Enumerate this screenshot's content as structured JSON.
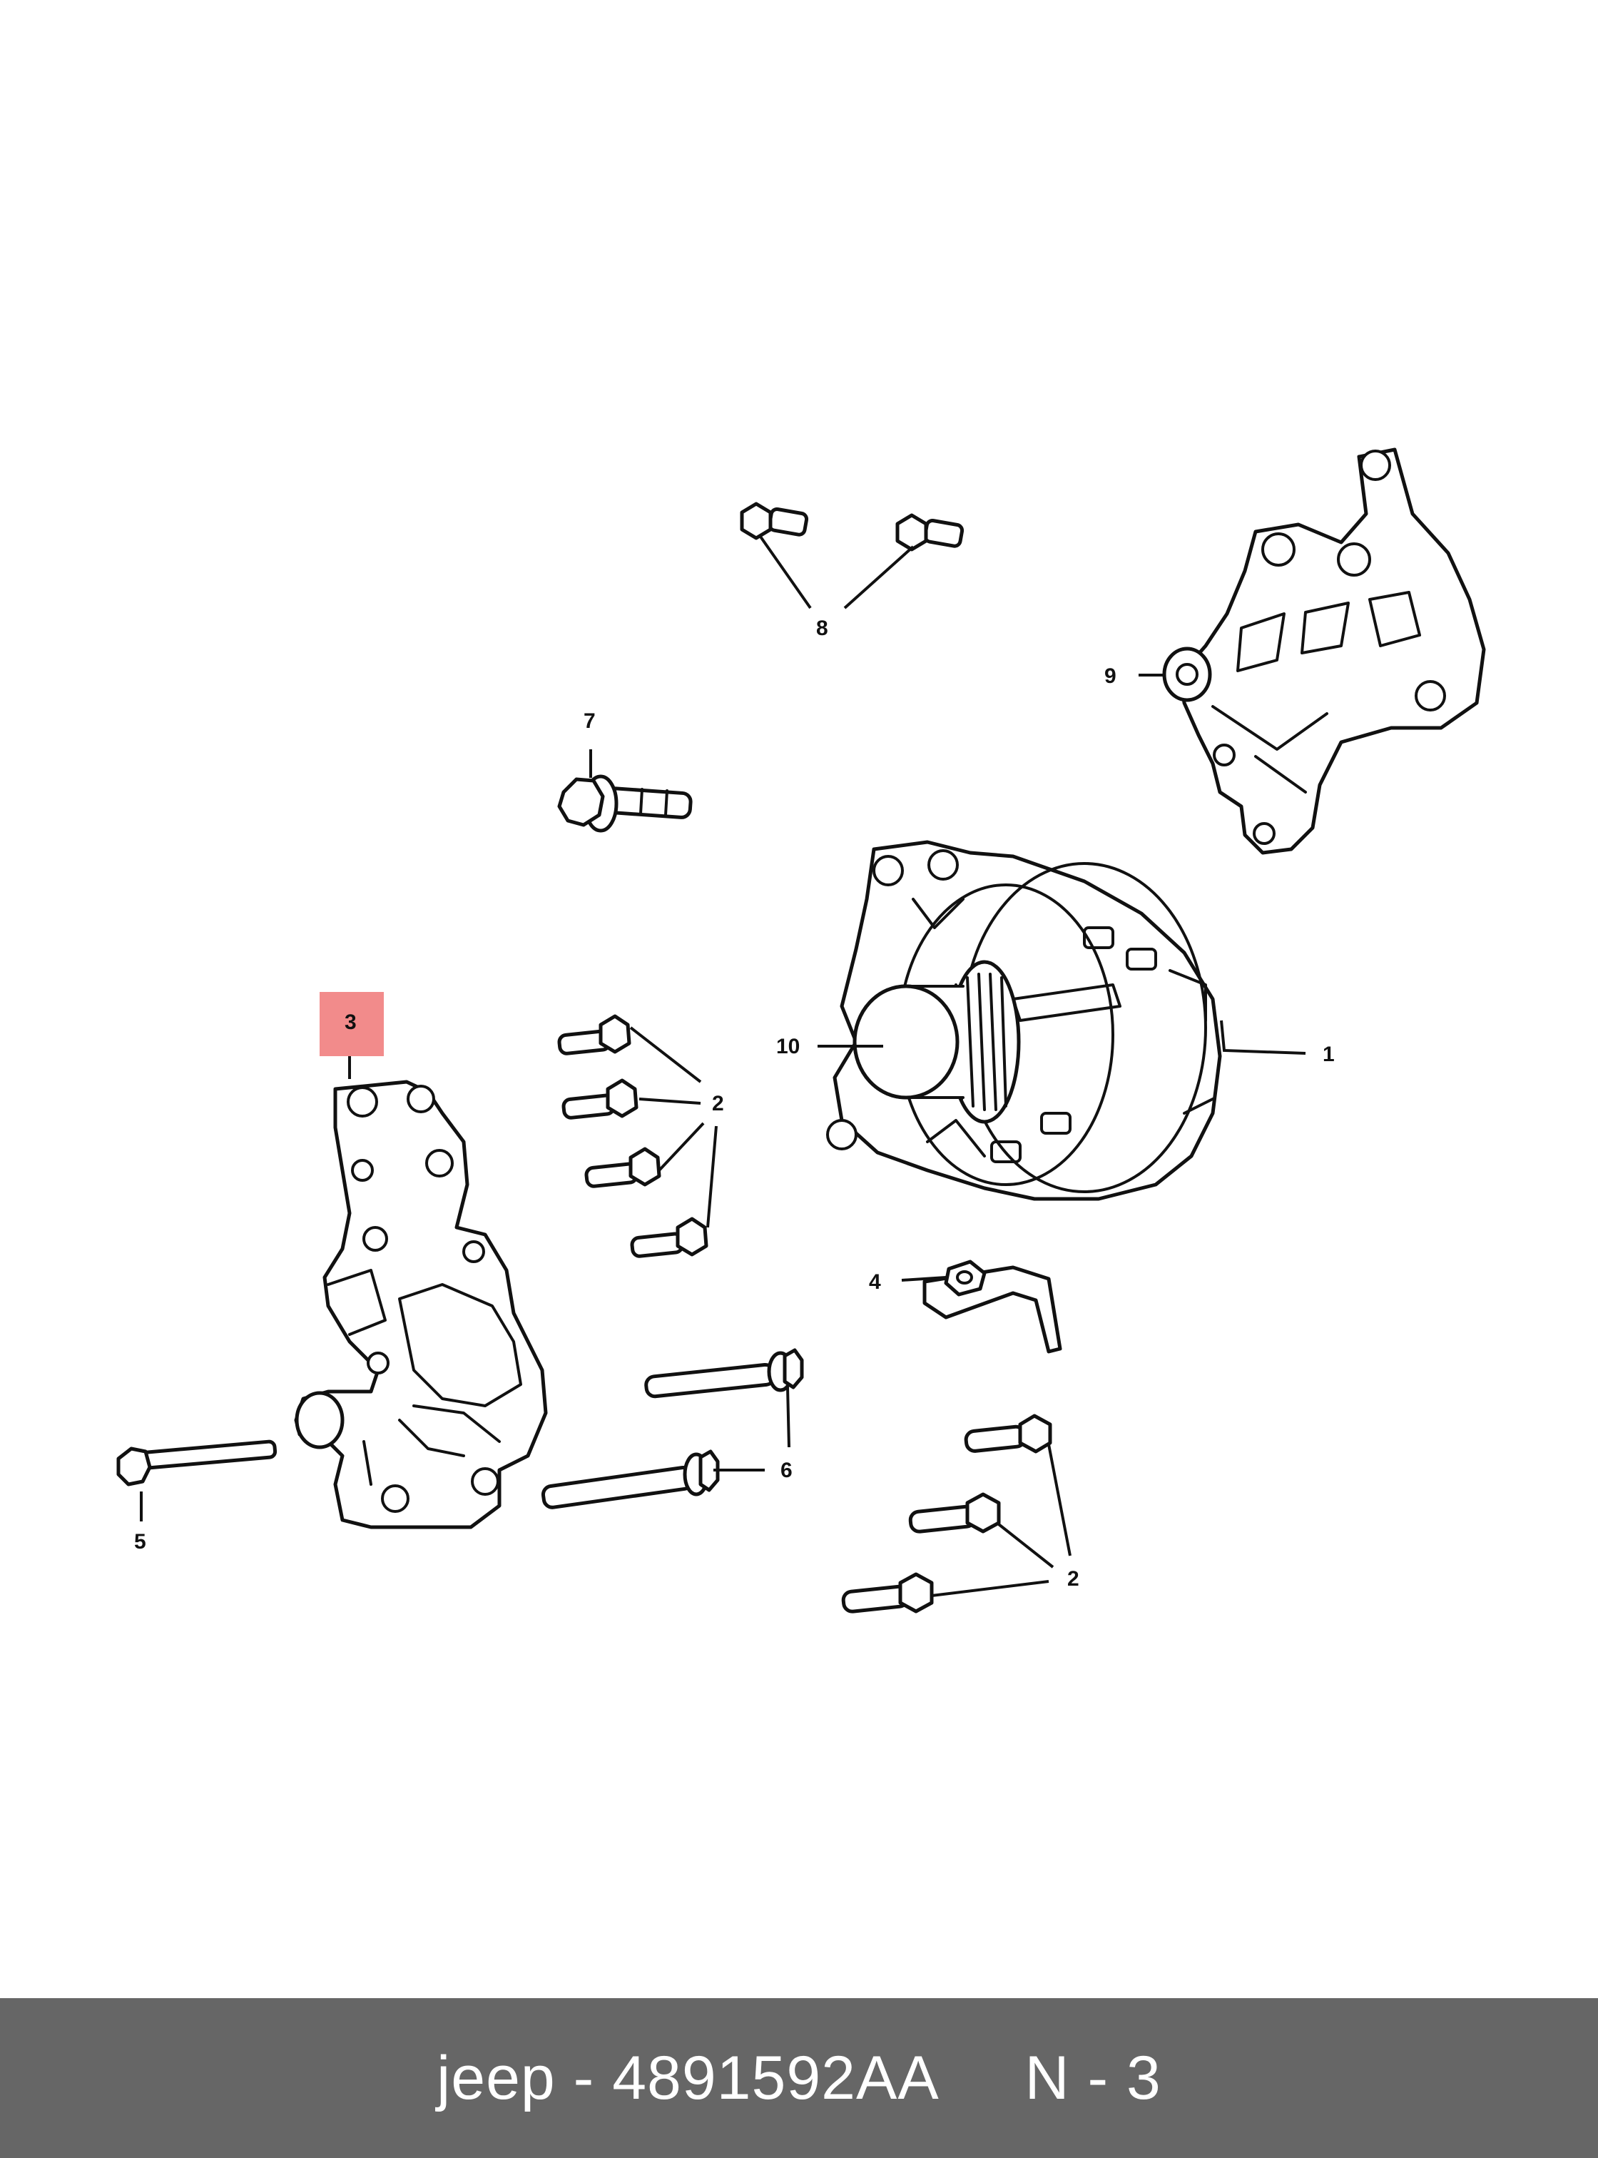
{
  "highlight_color": "#f28b8b",
  "footer_background": "#666666",
  "callouts": {
    "c1": "1",
    "c2a": "2",
    "c2b": "2",
    "c3": "3",
    "c4": "4",
    "c5": "5",
    "c6": "6",
    "c7": "7",
    "c8": "8",
    "c9": "9",
    "c10": "10"
  },
  "footer": {
    "text": "jeep - 4891592AA     N - 3"
  }
}
